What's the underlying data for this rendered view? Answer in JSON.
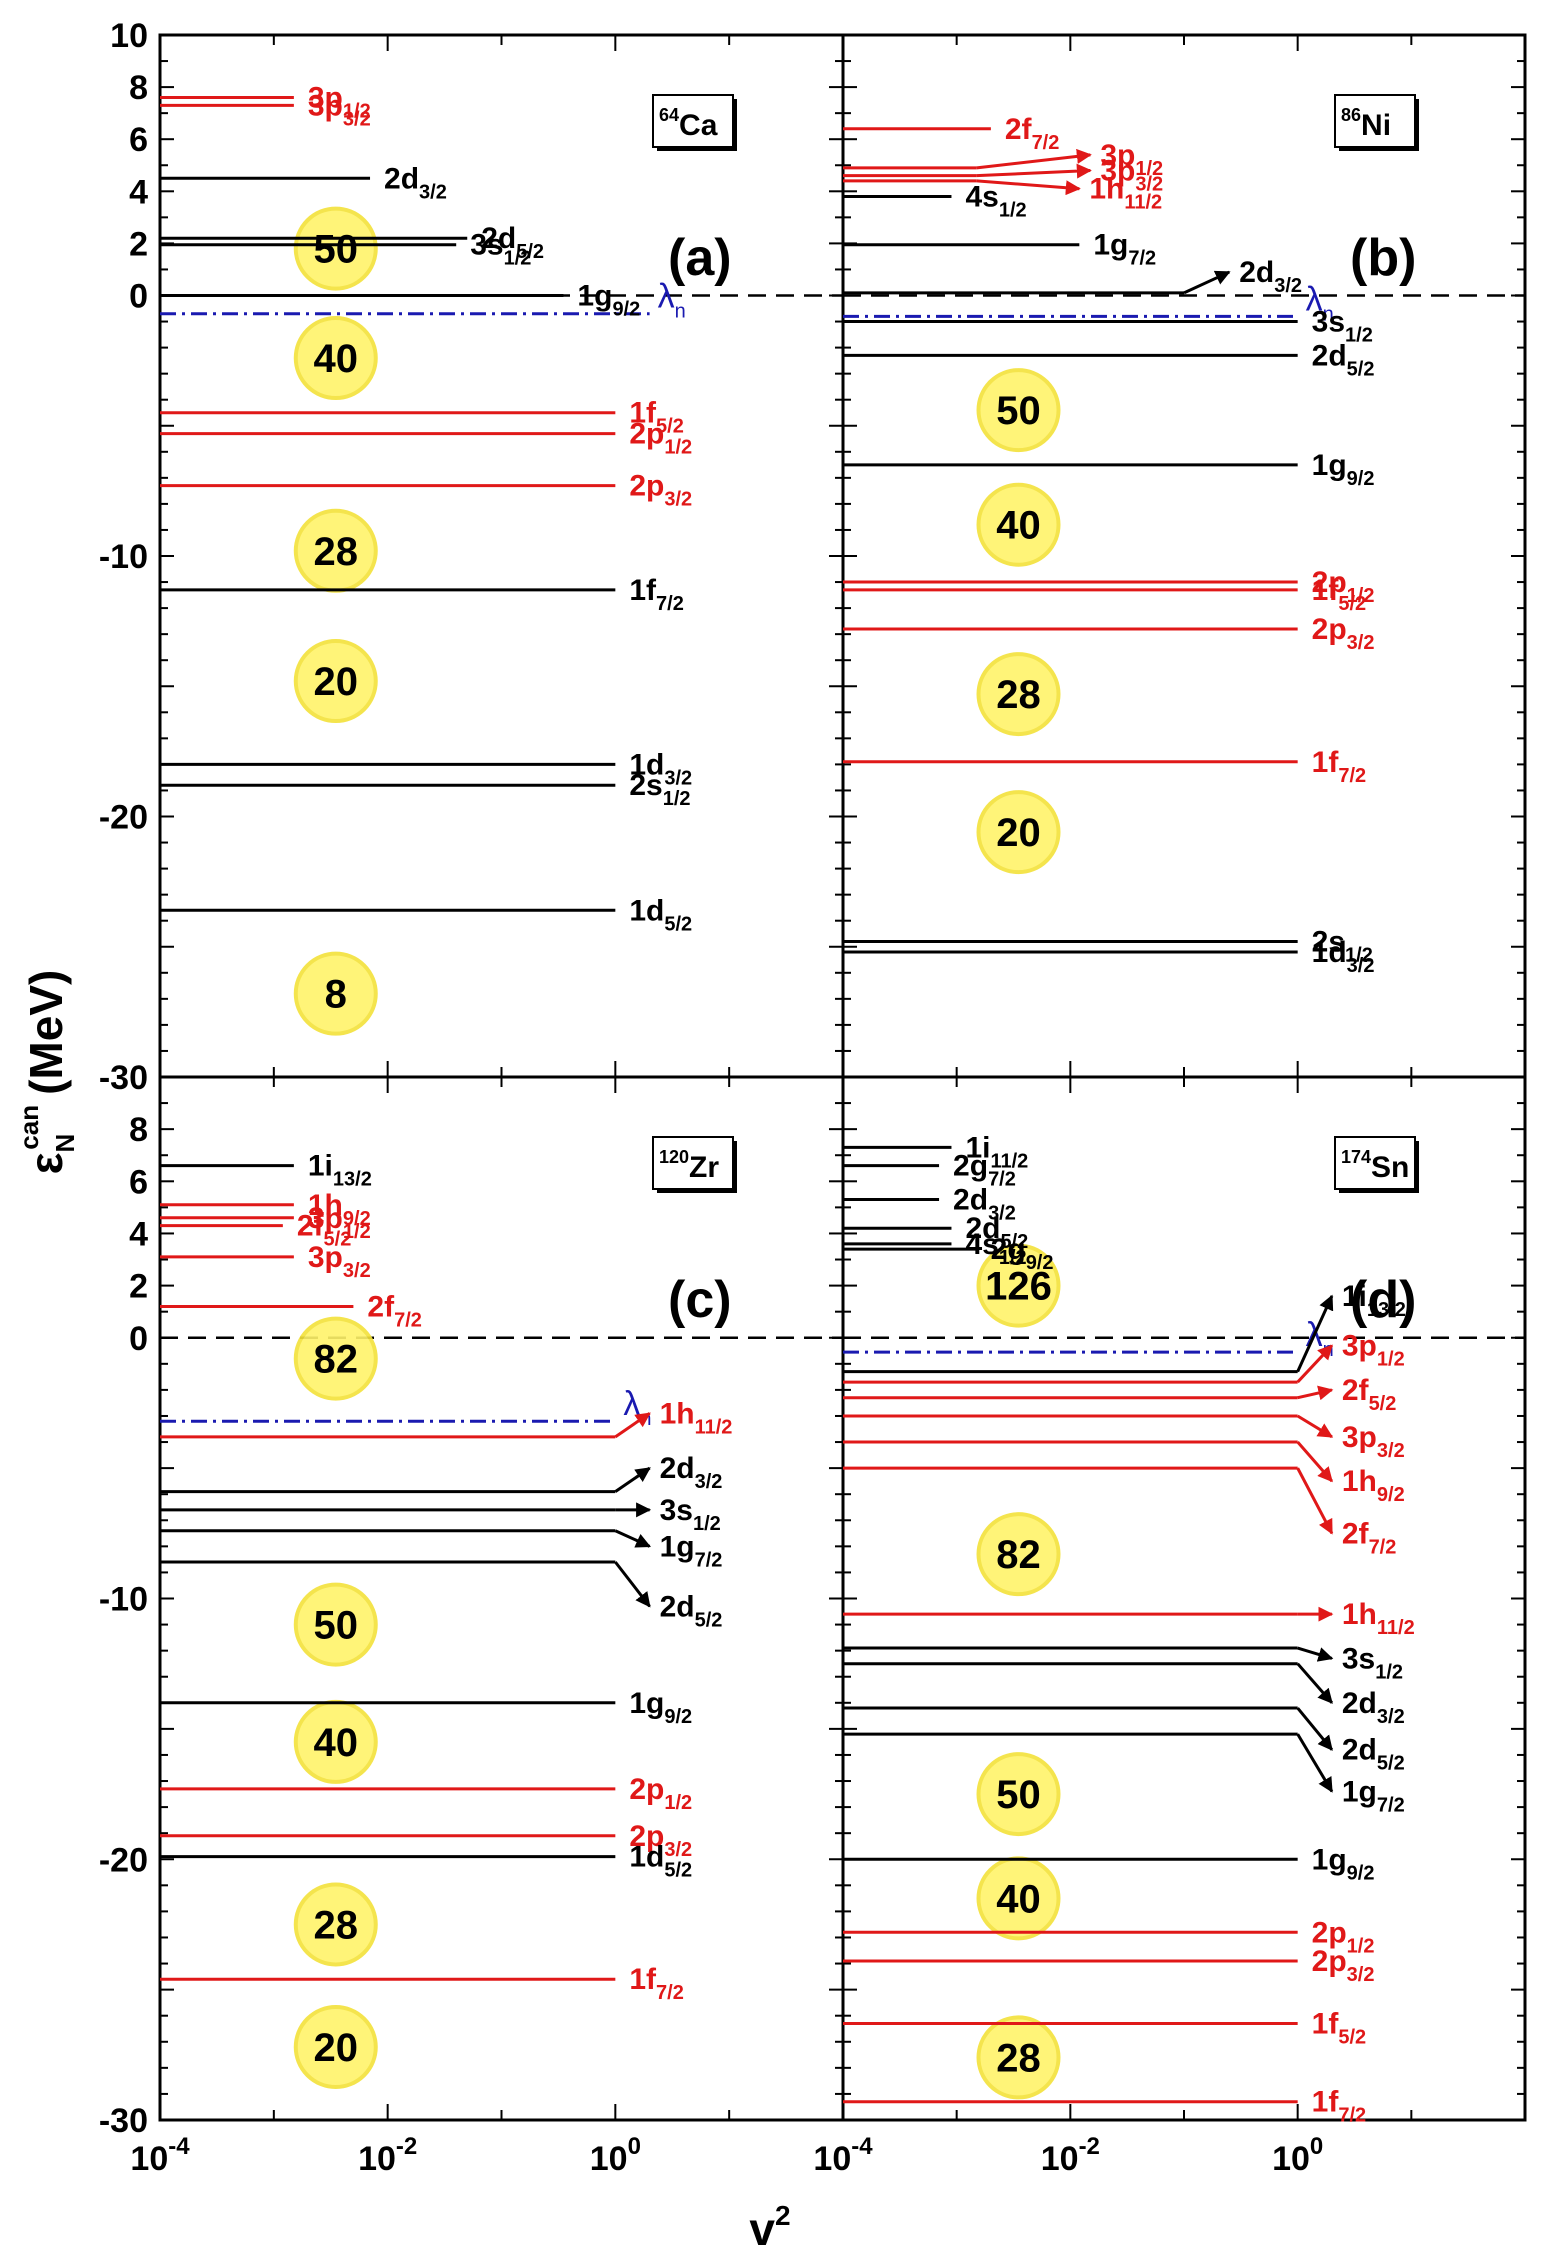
{
  "figure": {
    "x_title": "v",
    "x_title_sup": "2",
    "y_title_main": "ε",
    "y_title_sub": "N",
    "y_title_sup": "can",
    "y_title_unit": "(MeV)",
    "x_tick_labels": [
      {
        "base": "10",
        "exp": "-4"
      },
      {
        "base": "10",
        "exp": "-2"
      },
      {
        "base": "10",
        "exp": "0"
      }
    ],
    "fermi_symbol": "λ",
    "fermi_sub": "n",
    "colors": {
      "black_level": "#000000",
      "red_level": "#e01818",
      "fermi": "#1a1ab0",
      "magic_fill": "#fff36a",
      "magic_stroke": "#f3e23a"
    }
  },
  "chart_data": [
    {
      "type": "line",
      "panel": "(a)",
      "nucleus": {
        "mass": "64",
        "symbol": "Ca"
      },
      "x_scale": "log",
      "xlim": [
        0.0001,
        100
      ],
      "ylim": [
        -30,
        10
      ],
      "y_ticks": [
        10,
        8,
        6,
        4,
        2,
        0,
        -10,
        -20,
        -30
      ],
      "y_tick_labels": [
        "10",
        "8",
        "6",
        "4",
        "2",
        "0",
        "-10",
        "-20",
        "-30"
      ],
      "fermi_energy": -0.7,
      "fermi_x_end": 2,
      "zero_line_x_end": 100,
      "magic_numbers": [
        {
          "n": "50",
          "e": 1.8
        },
        {
          "n": "40",
          "e": -2.4
        },
        {
          "n": "28",
          "e": -9.8
        },
        {
          "n": "20",
          "e": -14.8
        },
        {
          "n": "8",
          "e": -26.8
        }
      ],
      "levels": [
        {
          "name": "3p",
          "sub": "1/2",
          "e": 7.6,
          "x_end": 0.0015,
          "color": "red"
        },
        {
          "name": "3p",
          "sub": "3/2",
          "e": 7.3,
          "x_end": 0.0015,
          "color": "red"
        },
        {
          "name": "2d",
          "sub": "3/2",
          "e": 4.5,
          "x_end": 0.007,
          "color": "black"
        },
        {
          "name": "2d",
          "sub": "5/2",
          "e": 2.2,
          "x_end": 0.05,
          "color": "black"
        },
        {
          "name": "3s",
          "sub": "1/2",
          "e": 1.95,
          "x_end": 0.04,
          "color": "black"
        },
        {
          "name": "1g",
          "sub": "9/2",
          "e": 0.0,
          "x_end": 0.35,
          "color": "black"
        },
        {
          "name": "1f",
          "sub": "5/2",
          "e": -4.5,
          "x_end": 1.0,
          "color": "red"
        },
        {
          "name": "2p",
          "sub": "1/2",
          "e": -5.3,
          "x_end": 1.0,
          "color": "red"
        },
        {
          "name": "2p",
          "sub": "3/2",
          "e": -7.3,
          "x_end": 1.0,
          "color": "red"
        },
        {
          "name": "1f",
          "sub": "7/2",
          "e": -11.3,
          "x_end": 1.0,
          "color": "black"
        },
        {
          "name": "1d",
          "sub": "3/2",
          "e": -18.0,
          "x_end": 1.0,
          "color": "black"
        },
        {
          "name": "2s",
          "sub": "1/2",
          "e": -18.8,
          "x_end": 1.0,
          "color": "black"
        },
        {
          "name": "1d",
          "sub": "5/2",
          "e": -23.6,
          "x_end": 1.0,
          "color": "black"
        }
      ]
    },
    {
      "type": "line",
      "panel": "(b)",
      "nucleus": {
        "mass": "86",
        "symbol": "Ni"
      },
      "x_scale": "log",
      "xlim": [
        0.0001,
        100
      ],
      "ylim": [
        -30,
        10
      ],
      "y_ticks": [
        10,
        8,
        6,
        4,
        2,
        0,
        -10,
        -20,
        -30
      ],
      "fermi_energy": -0.8,
      "fermi_x_end": 1.0,
      "zero_line_x_end": 100,
      "magic_numbers": [
        {
          "n": "50",
          "e": -4.4
        },
        {
          "n": "40",
          "e": -8.8
        },
        {
          "n": "28",
          "e": -15.3
        },
        {
          "n": "20",
          "e": -20.6
        }
      ],
      "levels": [
        {
          "name": "2f",
          "sub": "7/2",
          "e": 6.4,
          "x_end": 0.002,
          "color": "red"
        },
        {
          "name": "3p",
          "sub": "1/2",
          "e": 4.9,
          "x_end": 0.0015,
          "color": "red",
          "arrow_to_x": 0.015,
          "arrow_to_e": 5.4
        },
        {
          "name": "3p",
          "sub": "3/2",
          "e": 4.6,
          "x_end": 0.0015,
          "color": "red",
          "arrow_to_x": 0.015,
          "arrow_to_e": 4.8
        },
        {
          "name": "1h",
          "sub": "11/2",
          "e": 4.4,
          "x_end": 0.0015,
          "color": "red",
          "arrow_to_x": 0.012,
          "arrow_to_e": 4.1
        },
        {
          "name": "4s",
          "sub": "1/2",
          "e": 3.8,
          "x_end": 0.0009,
          "color": "black"
        },
        {
          "name": "1g",
          "sub": "7/2",
          "e": 1.95,
          "x_end": 0.012,
          "color": "black"
        },
        {
          "name": "2d",
          "sub": "3/2",
          "e": 0.1,
          "x_end": 0.1,
          "color": "black",
          "arrow_to_x": 0.25,
          "arrow_to_e": 0.9
        },
        {
          "name": "3s",
          "sub": "1/2",
          "e": -1.0,
          "x_end": 1.0,
          "color": "black"
        },
        {
          "name": "2d",
          "sub": "5/2",
          "e": -2.3,
          "x_end": 1.0,
          "color": "black"
        },
        {
          "name": "1g",
          "sub": "9/2",
          "e": -6.5,
          "x_end": 1.0,
          "color": "black"
        },
        {
          "name": "2p",
          "sub": "1/2",
          "e": -11.0,
          "x_end": 1.0,
          "color": "red"
        },
        {
          "name": "1f",
          "sub": "5/2",
          "e": -11.3,
          "x_end": 1.0,
          "color": "red"
        },
        {
          "name": "2p",
          "sub": "3/2",
          "e": -12.8,
          "x_end": 1.0,
          "color": "red"
        },
        {
          "name": "1f",
          "sub": "7/2",
          "e": -17.9,
          "x_end": 1.0,
          "color": "red"
        },
        {
          "name": "2s",
          "sub": "1/2",
          "e": -24.8,
          "x_end": 1.0,
          "color": "black"
        },
        {
          "name": "1d",
          "sub": "3/2",
          "e": -25.2,
          "x_end": 1.0,
          "color": "black"
        }
      ]
    },
    {
      "type": "line",
      "panel": "(c)",
      "nucleus": {
        "mass": "120",
        "symbol": "Zr"
      },
      "x_scale": "log",
      "xlim": [
        0.0001,
        100
      ],
      "ylim": [
        -30,
        10
      ],
      "y_ticks": [
        8,
        6,
        4,
        2,
        0,
        -10,
        -20,
        -30
      ],
      "y_tick_labels": [
        "8",
        "6",
        "4",
        "2",
        "0",
        "-10",
        "-20",
        "-30"
      ],
      "fermi_energy": -3.2,
      "fermi_x_end": 1.0,
      "zero_line_x_end": 100,
      "magic_numbers": [
        {
          "n": "82",
          "e": -0.8
        },
        {
          "n": "50",
          "e": -11.0
        },
        {
          "n": "40",
          "e": -15.5
        },
        {
          "n": "28",
          "e": -22.5
        },
        {
          "n": "20",
          "e": -27.2
        }
      ],
      "levels": [
        {
          "name": "1i",
          "sub": "13/2",
          "e": 6.6,
          "x_end": 0.0015,
          "color": "black"
        },
        {
          "name": "1h",
          "sub": "9/2",
          "e": 5.1,
          "x_end": 0.0015,
          "color": "red"
        },
        {
          "name": "3p",
          "sub": "1/2",
          "e": 4.6,
          "x_end": 0.0015,
          "color": "red"
        },
        {
          "name": "2f",
          "sub": "5/2",
          "e": 4.3,
          "x_end": 0.0012,
          "color": "red"
        },
        {
          "name": "3p",
          "sub": "3/2",
          "e": 3.1,
          "x_end": 0.0015,
          "color": "red"
        },
        {
          "name": "2f",
          "sub": "7/2",
          "e": 1.2,
          "x_end": 0.005,
          "color": "red"
        },
        {
          "name": "1h",
          "sub": "11/2",
          "e": -3.8,
          "x_end": 1.0,
          "color": "red",
          "arrow_to_x": 2.0,
          "arrow_to_e": -2.9
        },
        {
          "name": "2d",
          "sub": "3/2",
          "e": -5.9,
          "x_end": 1.0,
          "color": "black",
          "arrow_to_x": 2.0,
          "arrow_to_e": -5.0
        },
        {
          "name": "3s",
          "sub": "1/2",
          "e": -6.6,
          "x_end": 1.0,
          "color": "black",
          "arrow_to_x": 2.0,
          "arrow_to_e": -6.6
        },
        {
          "name": "1g",
          "sub": "7/2",
          "e": -7.4,
          "x_end": 1.0,
          "color": "black",
          "arrow_to_x": 2.0,
          "arrow_to_e": -8.0
        },
        {
          "name": "2d",
          "sub": "5/2",
          "e": -8.6,
          "x_end": 1.0,
          "color": "black",
          "arrow_to_x": 2.0,
          "arrow_to_e": -10.3
        },
        {
          "name": "1g",
          "sub": "9/2",
          "e": -14.0,
          "x_end": 1.0,
          "color": "black"
        },
        {
          "name": "2p",
          "sub": "1/2",
          "e": -17.3,
          "x_end": 1.0,
          "color": "red"
        },
        {
          "name": "2p",
          "sub": "3/2",
          "e": -19.1,
          "x_end": 1.0,
          "color": "red"
        },
        {
          "name": "1d",
          "sub": "5/2",
          "e": -19.9,
          "x_end": 1.0,
          "color": "black"
        },
        {
          "name": "1f",
          "sub": "7/2",
          "e": -24.6,
          "x_end": 1.0,
          "color": "red"
        }
      ]
    },
    {
      "type": "line",
      "panel": "(d)",
      "nucleus": {
        "mass": "174",
        "symbol": "Sn"
      },
      "x_scale": "log",
      "xlim": [
        0.0001,
        100
      ],
      "ylim": [
        -30,
        10
      ],
      "y_ticks": [
        8,
        6,
        4,
        2,
        0,
        -10,
        -20,
        -30
      ],
      "fermi_energy": -0.55,
      "fermi_x_end": 1.0,
      "zero_line_x_end": 100,
      "magic_numbers": [
        {
          "n": "126",
          "e": 2.0
        },
        {
          "n": "82",
          "e": -8.3
        },
        {
          "n": "50",
          "e": -17.5
        },
        {
          "n": "40",
          "e": -21.5
        },
        {
          "n": "28",
          "e": -27.6
        }
      ],
      "levels": [
        {
          "name": "1i",
          "sub": "11/2",
          "e": 7.3,
          "x_end": 0.0009,
          "color": "black"
        },
        {
          "name": "2g",
          "sub": "7/2",
          "e": 6.6,
          "x_end": 0.0007,
          "color": "black"
        },
        {
          "name": "2d",
          "sub": "3/2",
          "e": 5.3,
          "x_end": 0.0007,
          "color": "black"
        },
        {
          "name": "2d",
          "sub": "5/2",
          "e": 4.2,
          "x_end": 0.0009,
          "color": "black"
        },
        {
          "name": "4s",
          "sub": "1/2",
          "e": 3.6,
          "x_end": 0.0009,
          "color": "black"
        },
        {
          "name": "2g",
          "sub": "9/2",
          "e": 3.4,
          "x_end": 0.0015,
          "color": "black"
        },
        {
          "name": "1i",
          "sub": "13/2",
          "e": -1.3,
          "x_end": 1.0,
          "color": "black",
          "arrow_to_x": 2.0,
          "arrow_to_e": 1.6
        },
        {
          "name": "3p",
          "sub": "1/2",
          "e": -1.7,
          "x_end": 1.0,
          "color": "red",
          "arrow_to_x": 2.0,
          "arrow_to_e": -0.3
        },
        {
          "name": "2f",
          "sub": "5/2",
          "e": -2.3,
          "x_end": 1.0,
          "color": "red",
          "arrow_to_x": 2.0,
          "arrow_to_e": -2.0
        },
        {
          "name": "3p",
          "sub": "3/2",
          "e": -3.0,
          "x_end": 1.0,
          "color": "red",
          "arrow_to_x": 2.0,
          "arrow_to_e": -3.8
        },
        {
          "name": "1h",
          "sub": "9/2",
          "e": -4.0,
          "x_end": 1.0,
          "color": "red",
          "arrow_to_x": 2.0,
          "arrow_to_e": -5.5
        },
        {
          "name": "2f",
          "sub": "7/2",
          "e": -5.0,
          "x_end": 1.0,
          "color": "red",
          "arrow_to_x": 2.0,
          "arrow_to_e": -7.5
        },
        {
          "name": "1h",
          "sub": "11/2",
          "e": -10.6,
          "x_end": 1.0,
          "color": "red",
          "arrow_to_x": 2.0,
          "arrow_to_e": -10.6
        },
        {
          "name": "3s",
          "sub": "1/2",
          "e": -11.9,
          "x_end": 1.0,
          "color": "black",
          "arrow_to_x": 2.0,
          "arrow_to_e": -12.3
        },
        {
          "name": "2d",
          "sub": "3/2",
          "e": -12.5,
          "x_end": 1.0,
          "color": "black",
          "arrow_to_x": 2.0,
          "arrow_to_e": -14.0
        },
        {
          "name": "2d",
          "sub": "5/2",
          "e": -14.2,
          "x_end": 1.0,
          "color": "black",
          "arrow_to_x": 2.0,
          "arrow_to_e": -15.8
        },
        {
          "name": "1g",
          "sub": "7/2",
          "e": -15.2,
          "x_end": 1.0,
          "color": "black",
          "arrow_to_x": 2.0,
          "arrow_to_e": -17.4
        },
        {
          "name": "1g",
          "sub": "9/2",
          "e": -20.0,
          "x_end": 1.0,
          "color": "black"
        },
        {
          "name": "2p",
          "sub": "1/2",
          "e": -22.8,
          "x_end": 1.0,
          "color": "red"
        },
        {
          "name": "2p",
          "sub": "3/2",
          "e": -23.9,
          "x_end": 1.0,
          "color": "red"
        },
        {
          "name": "1f",
          "sub": "5/2",
          "e": -26.3,
          "x_end": 1.0,
          "color": "red"
        },
        {
          "name": "1f",
          "sub": "7/2",
          "e": -29.3,
          "x_end": 1.0,
          "color": "red"
        }
      ]
    }
  ]
}
